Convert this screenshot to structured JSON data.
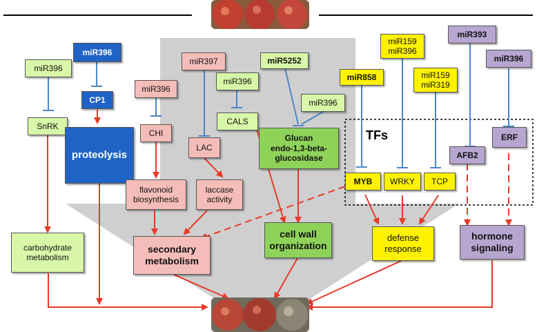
{
  "nodes": {
    "mir396_a": "miR396",
    "mir396_b": "miR396",
    "cp1": "CP1",
    "snrk": "SnRK",
    "proteolysis": "proteolysis",
    "carb": "carbohydrate\nmetabolism",
    "mir396_c": "miR396",
    "chi": "CHI",
    "flavonoid": "flavonoid\nbiosynthesis",
    "mir397": "miR397",
    "lac": "LAC",
    "laccase": "laccase\nactivity",
    "secondary": "secondary\nmetabolism",
    "mir396_d": "miR396",
    "cals": "CALS",
    "mir5252": "miR5252",
    "mir396_e": "miR396",
    "glucan": "Glucan\nendo-1,3-beta-\nglucosidase",
    "cellwall": "cell wall\norganization",
    "mir858": "miR858",
    "mir159_396": "miR159\nmiR396",
    "mir159_319": "miR159\nmiR319",
    "myb": "MYB",
    "wrky": "WRKY",
    "tcp": "TCP",
    "defense": "defense\nresponse",
    "mir393": "miR393",
    "mir396_f": "miR396",
    "afb2": "AFB2",
    "erf": "ERF",
    "hormone": "hormone\nsignaling"
  },
  "tfs_label": "TFs",
  "colors": {
    "arrow": "#e8392a",
    "inhibit": "#4a86c8",
    "funnel": "#cfcfcf"
  }
}
